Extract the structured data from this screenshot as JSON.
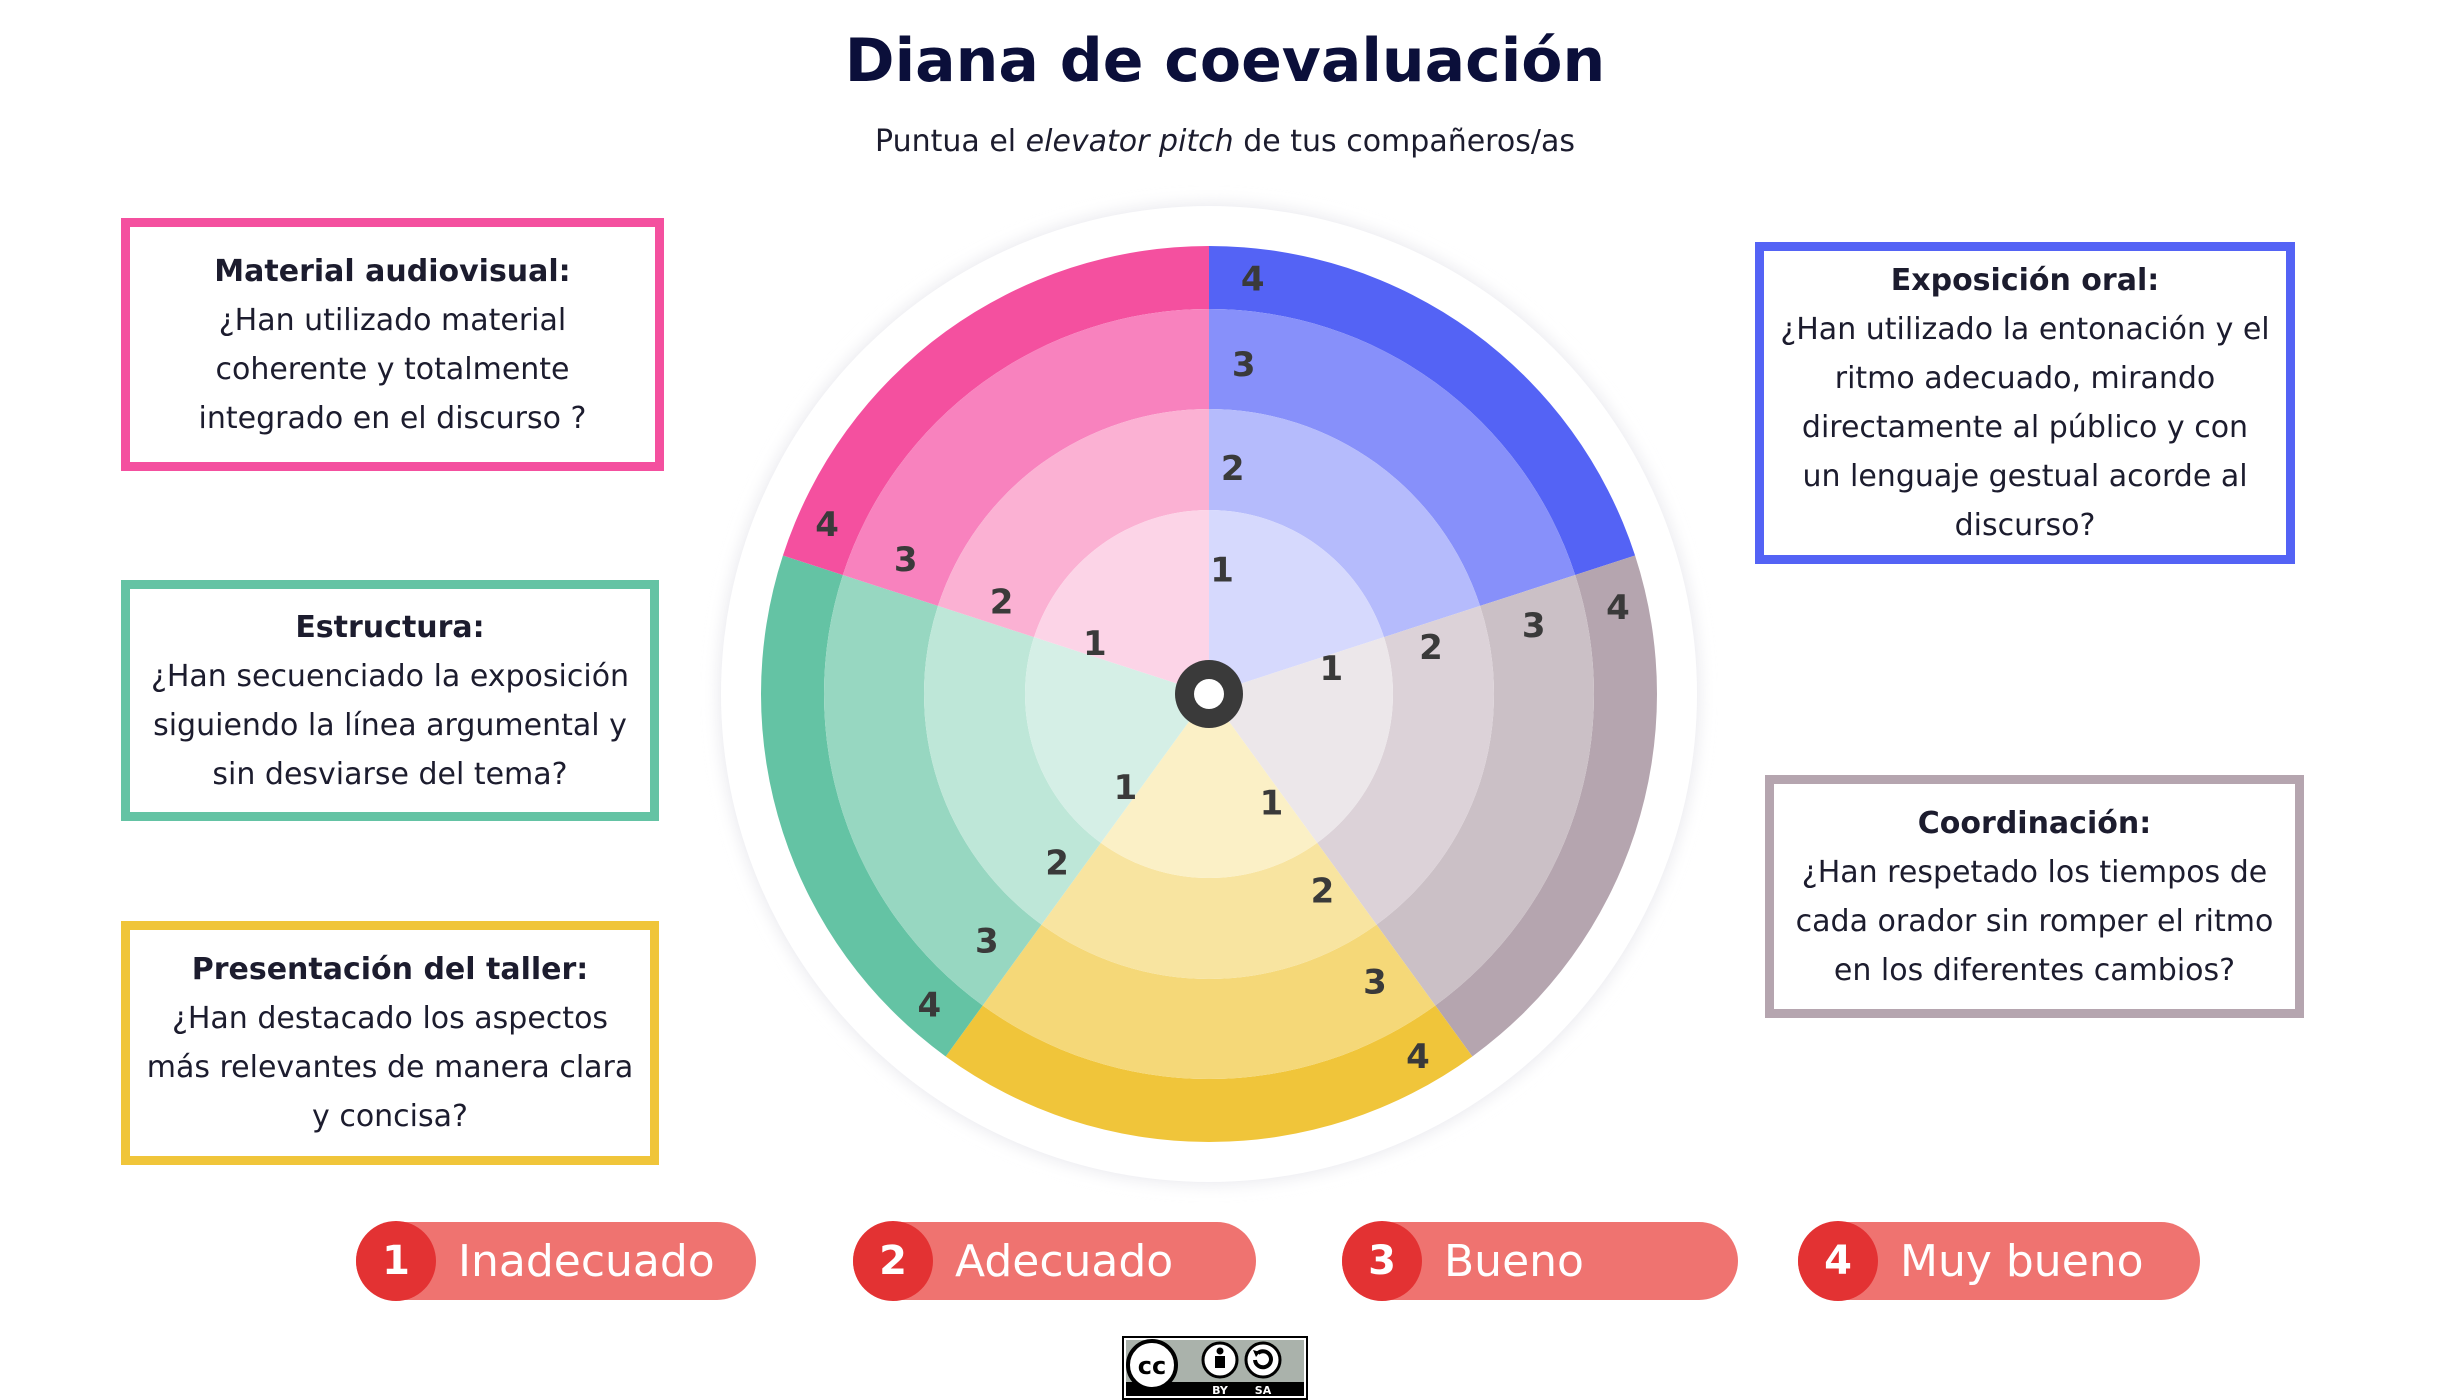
{
  "header": {
    "title": "Diana de coevaluación",
    "subtitle_before": "Puntua el ",
    "subtitle_em": "elevator pitch",
    "subtitle_after": " de tus compañeros/as"
  },
  "criteria": [
    {
      "id": "material",
      "title": "Material audiovisual:",
      "question": "¿Han utilizado material coherente y totalmente integrado en el discurso ?",
      "color": "#f4509f"
    },
    {
      "id": "exposicion",
      "title": "Exposición oral:",
      "question": "¿Han utilizado la entonación y el ritmo adecuado, mirando directamente al público y con un lenguaje gestual acorde al discurso?",
      "color": "#5463f5"
    },
    {
      "id": "estructura",
      "title": "Estructura:",
      "question": "¿Han secuenciado la exposición siguiendo la línea argumental y sin desviarse del tema?",
      "color": "#64c3a4"
    },
    {
      "id": "coordinacion",
      "title": "Coordinación:",
      "question": "¿Han respetado los tiempos de cada orador sin romper el ritmo en los diferentes cambios?",
      "color": "#b5a5af"
    },
    {
      "id": "presentacion",
      "title": "Presentación del taller:",
      "question": "¿Han destacado los aspectos más relevantes de manera clara y concisa?",
      "color": "#f0c53a"
    }
  ],
  "target": {
    "ring_labels": [
      "1",
      "2",
      "3",
      "4"
    ],
    "segments": [
      {
        "name": "exposicion",
        "colors": [
          "#d6d9fd",
          "#b5bbfc",
          "#8790fa",
          "#5463f5"
        ]
      },
      {
        "name": "coordinacion",
        "colors": [
          "#ece7ea",
          "#dcd2d8",
          "#cbc0c6",
          "#b5a5af"
        ]
      },
      {
        "name": "presentacion",
        "colors": [
          "#fbf0c6",
          "#f8e4a0",
          "#f5d878",
          "#f0c53a"
        ]
      },
      {
        "name": "estructura",
        "colors": [
          "#d5efe6",
          "#bee7d8",
          "#97d7c1",
          "#64c3a4"
        ]
      },
      {
        "name": "material",
        "colors": [
          "#fcd4e7",
          "#fbb1d3",
          "#f882be",
          "#f4509f"
        ]
      }
    ]
  },
  "scale": [
    {
      "num": "1",
      "label": "Inadecuado"
    },
    {
      "num": "2",
      "label": "Adecuado"
    },
    {
      "num": "3",
      "label": "Bueno"
    },
    {
      "num": "4",
      "label": "Muy bueno"
    }
  ],
  "license": {
    "line1": "cc",
    "by": "BY",
    "sa": "SA"
  }
}
